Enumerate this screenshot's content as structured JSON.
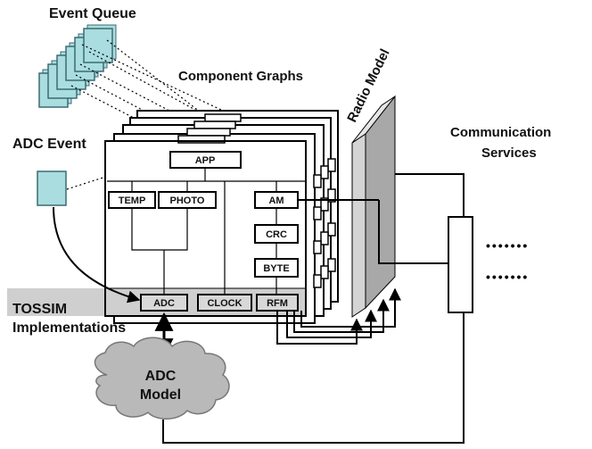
{
  "labels": {
    "event_queue": "Event Queue",
    "component_graphs": "Component Graphs",
    "radio_model": "Radio Model",
    "adc_event": "ADC Event",
    "communication_services": [
      "Communication",
      "Services"
    ],
    "tossim_implementations": [
      "TOSSIM",
      "Implementations"
    ],
    "adc_model": [
      "ADC",
      "Model"
    ]
  },
  "components": {
    "app": "APP",
    "temp": "TEMP",
    "photo": "PHOTO",
    "am": "AM",
    "crc": "CRC",
    "byte": "BYTE",
    "adc": "ADC",
    "clock": "CLOCK",
    "rfm": "RFM"
  },
  "dots": [
    "•••••••",
    "•••••••"
  ],
  "colors": {
    "queue_box": "#a9dde0",
    "queue_box_stroke": "#3b6c70",
    "impl_band": "#cfcfcf",
    "radio_front": "#a8a8a8",
    "radio_side": "#d4d4d4",
    "cloud": "#b9b9b9",
    "line": "#000000"
  }
}
